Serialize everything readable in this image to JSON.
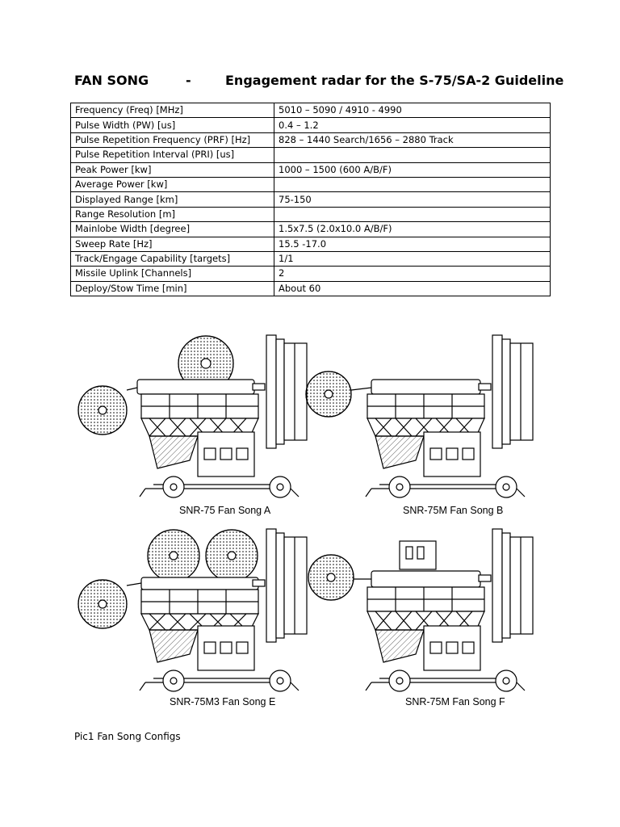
{
  "header": {
    "name": "FAN SONG",
    "dash": "-",
    "desc": "Engagement radar for the S-75/SA-2 Guideline"
  },
  "specs": [
    {
      "param": "Frequency (Freq) [MHz]",
      "value": "5010 – 5090 / 4910 - 4990"
    },
    {
      "param": "Pulse Width (PW) [us]",
      "value": " 0.4 – 1.2"
    },
    {
      "param": "Pulse Repetition Frequency (PRF) [Hz]",
      "value": "828 – 1440 Search/1656 – 2880 Track"
    },
    {
      "param": "Pulse Repetition Interval (PRI) [us]",
      "value": ""
    },
    {
      "param": "Peak Power [kw]",
      "value": "1000 – 1500 (600 A/B/F)"
    },
    {
      "param": "Average Power [kw]",
      "value": ""
    },
    {
      "param": "Displayed Range [km]",
      "value": "75-150"
    },
    {
      "param": "Range Resolution [m]",
      "value": ""
    },
    {
      "param": "Mainlobe Width [degree]",
      "value": "1.5x7.5 (2.0x10.0 A/B/F)"
    },
    {
      "param": "Sweep Rate [Hz]",
      "value": "15.5 -17.0"
    },
    {
      "param": "Track/Engage Capability [targets]",
      "value": "1/1"
    },
    {
      "param": "Missile Uplink [Channels]",
      "value": "2"
    },
    {
      "param": "Deploy/Stow Time [min]",
      "value": "About 60"
    }
  ],
  "figures": [
    {
      "caption": "SNR-75 Fan Song A"
    },
    {
      "caption": "SNR-75M Fan Song B"
    },
    {
      "caption": "SNR-75M3 Fan Song E"
    },
    {
      "caption": "SNR-75M Fan Song F"
    }
  ],
  "pic_caption": "Pic1 Fan Song Configs"
}
